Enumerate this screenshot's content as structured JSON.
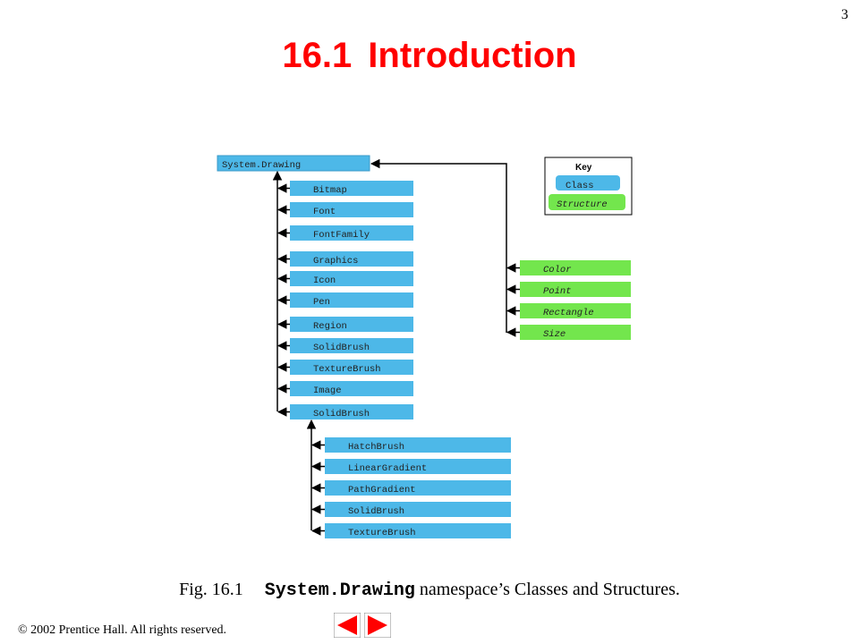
{
  "page_number": "3",
  "title": {
    "number": "16.1",
    "text": "Introduction"
  },
  "colors": {
    "class": "#4db8e8",
    "structure": "#73e64d",
    "title": "#ff0000",
    "arrow_button": "#ff0000"
  },
  "diagram": {
    "root": "System.Drawing",
    "classes": [
      "Bitmap",
      "Font",
      "FontFamily",
      "Graphics",
      "Icon",
      "Pen",
      "Region",
      "SolidBrush",
      "TextureBrush",
      "Image",
      "SolidBrush"
    ],
    "brush_classes": [
      "HatchBrush",
      "LinearGradient",
      "PathGradient",
      "SolidBrush",
      "TextureBrush"
    ],
    "structures": [
      "Color",
      "Point",
      "Rectangle",
      "Size"
    ],
    "key": {
      "title": "Key",
      "class_label": "Class",
      "structure_label": "Structure"
    }
  },
  "caption": {
    "fig": "Fig. 16.1",
    "code": "System.Drawing",
    "rest": " namespace’s Classes and Structures."
  },
  "copyright": "© 2002 Prentice Hall.  All rights reserved.",
  "nav": {
    "prev_icon": "left-triangle-icon",
    "next_icon": "right-triangle-icon"
  }
}
